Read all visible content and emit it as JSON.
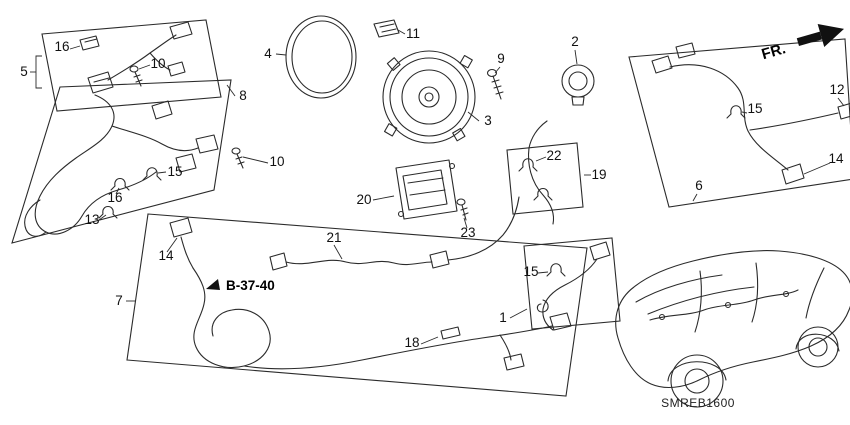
{
  "diagram": {
    "code": "SMREB1600",
    "direction_label": "FR.",
    "harness_ref": "B-37-40"
  },
  "colors": {
    "line": "#2b2b2b",
    "label": "#111111",
    "background": "#ffffff"
  },
  "callouts": [
    {
      "label": "16"
    },
    {
      "label": "5"
    },
    {
      "label": "10"
    },
    {
      "label": "8"
    },
    {
      "label": "4"
    },
    {
      "label": "11"
    },
    {
      "label": "9"
    },
    {
      "label": "2"
    },
    {
      "label": "3"
    },
    {
      "label": "12"
    },
    {
      "label": "15"
    },
    {
      "label": "14"
    },
    {
      "label": "6"
    },
    {
      "label": "10"
    },
    {
      "label": "15"
    },
    {
      "label": "16"
    },
    {
      "label": "13"
    },
    {
      "label": "22"
    },
    {
      "label": "19"
    },
    {
      "label": "20"
    },
    {
      "label": "23"
    },
    {
      "label": "21"
    },
    {
      "label": "14"
    },
    {
      "label": "7"
    },
    {
      "label": "15"
    },
    {
      "label": "1"
    },
    {
      "label": "18"
    }
  ]
}
